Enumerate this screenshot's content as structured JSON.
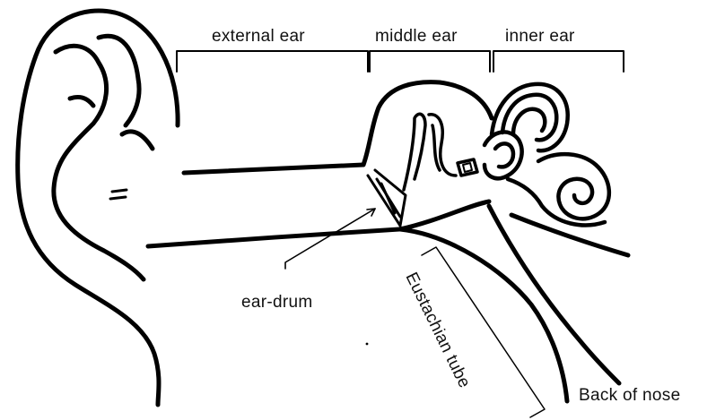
{
  "labels": {
    "external_ear": "external ear",
    "middle_ear": "middle ear",
    "inner_ear": "inner ear",
    "ear_drum": "ear-drum",
    "eustachian_tube": "Eustachian tube",
    "back_of_nose": "Back of nose"
  },
  "colors": {
    "ink": "#000000",
    "background": "#ffffff"
  }
}
